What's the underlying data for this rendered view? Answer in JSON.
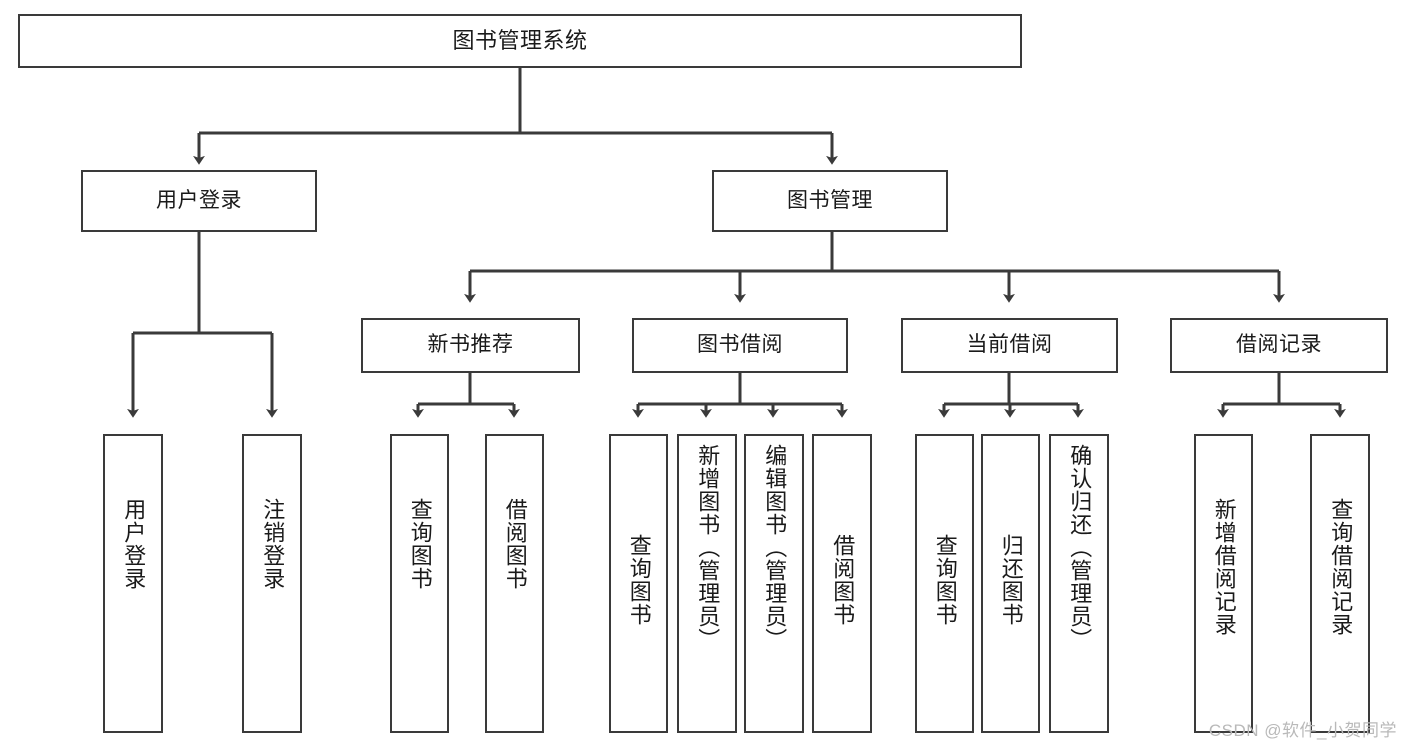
{
  "diagram": {
    "type": "tree",
    "title": "图书管理系统",
    "orientation": "top-down",
    "root": {
      "label": "图书管理系统"
    },
    "level2": [
      {
        "label": "用户登录"
      },
      {
        "label": "图书管理"
      }
    ],
    "level3": [
      {
        "label": "新书推荐"
      },
      {
        "label": "图书借阅"
      },
      {
        "label": "当前借阅"
      },
      {
        "label": "借阅记录"
      }
    ],
    "leaves": {
      "user_login": [
        {
          "label": "用户登录"
        },
        {
          "label": "注销登录"
        }
      ],
      "new_book_recommend": [
        {
          "label": "查询图书"
        },
        {
          "label": "借阅图书"
        }
      ],
      "book_borrow": [
        {
          "label": "查询图书"
        },
        {
          "label": "新增图书（管理员）"
        },
        {
          "label": "编辑图书（管理员）"
        },
        {
          "label": "借阅图书"
        }
      ],
      "current_borrow": [
        {
          "label": "查询图书"
        },
        {
          "label": "归还图书"
        },
        {
          "label": "确认归还（管理员）"
        }
      ],
      "borrow_record": [
        {
          "label": "新增借阅记录"
        },
        {
          "label": "查询借阅记录"
        }
      ]
    }
  },
  "watermark": {
    "text": "CSDN @软件_小贺同学"
  },
  "colors": {
    "stroke": "#3a3a3a",
    "fill": "#ffffff",
    "text": "#1a1a1a",
    "watermark": "#b9b9b9"
  }
}
